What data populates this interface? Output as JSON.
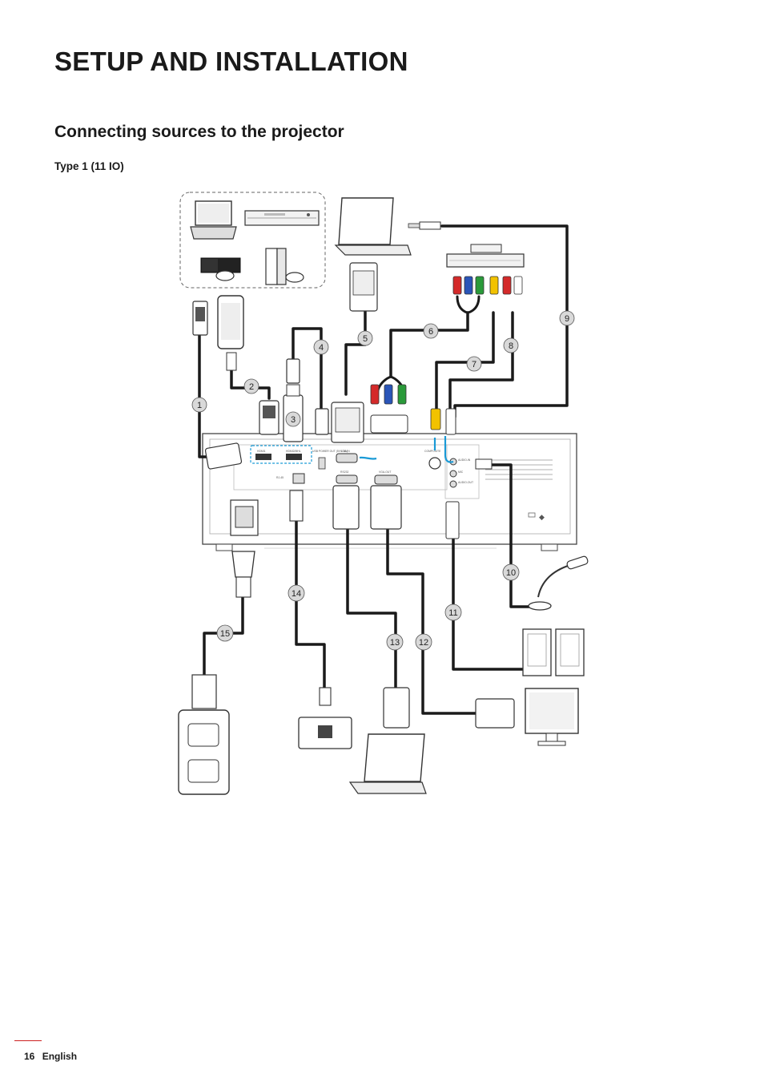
{
  "page": {
    "title": "SETUP AND INSTALLATION",
    "section_title": "Connecting sources to the projector",
    "subtitle": "Type 1 (11 IO)"
  },
  "footer": {
    "page_number": "16",
    "language": "English",
    "rule_color": "#cc2020"
  },
  "diagram": {
    "callouts": [
      "1",
      "2",
      "3",
      "4",
      "5",
      "6",
      "7",
      "8",
      "9",
      "10",
      "11",
      "12",
      "13",
      "14",
      "15"
    ],
    "port_labels": {
      "hdmi1": "HDMI1",
      "hdmi2": "HDMI2/MHL",
      "usb_power": "USB POWER OUT (5V 1.5A)",
      "vga_in": "VGA-IN",
      "vga_out": "VGA-OUT",
      "rs232": "RS232",
      "rj45": "RJ-45",
      "composite": "COMPOSITE",
      "audio_in": "AUDIO-IN",
      "audio_out": "AUDIO-OUT",
      "mic": "MIC"
    },
    "colors": {
      "cable": "#1a1a1a",
      "highlight": "#1a9ad6",
      "component_red": "#d42a2a",
      "component_green": "#2a9a3a",
      "component_blue": "#2a55b8",
      "composite_yellow": "#f2c200",
      "callout_fill": "#d9d9d9"
    },
    "icons": [
      "laptop-icon",
      "dvd-player-icon",
      "game-console-icon",
      "smartphone-icon",
      "hdmi-dongle-icon",
      "usb-plug-icon",
      "vga-connector-icon",
      "component-rca-icon",
      "audio-jack-icon",
      "microphone-icon",
      "speakers-icon",
      "monitor-icon",
      "ethernet-plug-icon",
      "wall-outlet-icon",
      "power-plug-icon",
      "projector-icon"
    ]
  }
}
